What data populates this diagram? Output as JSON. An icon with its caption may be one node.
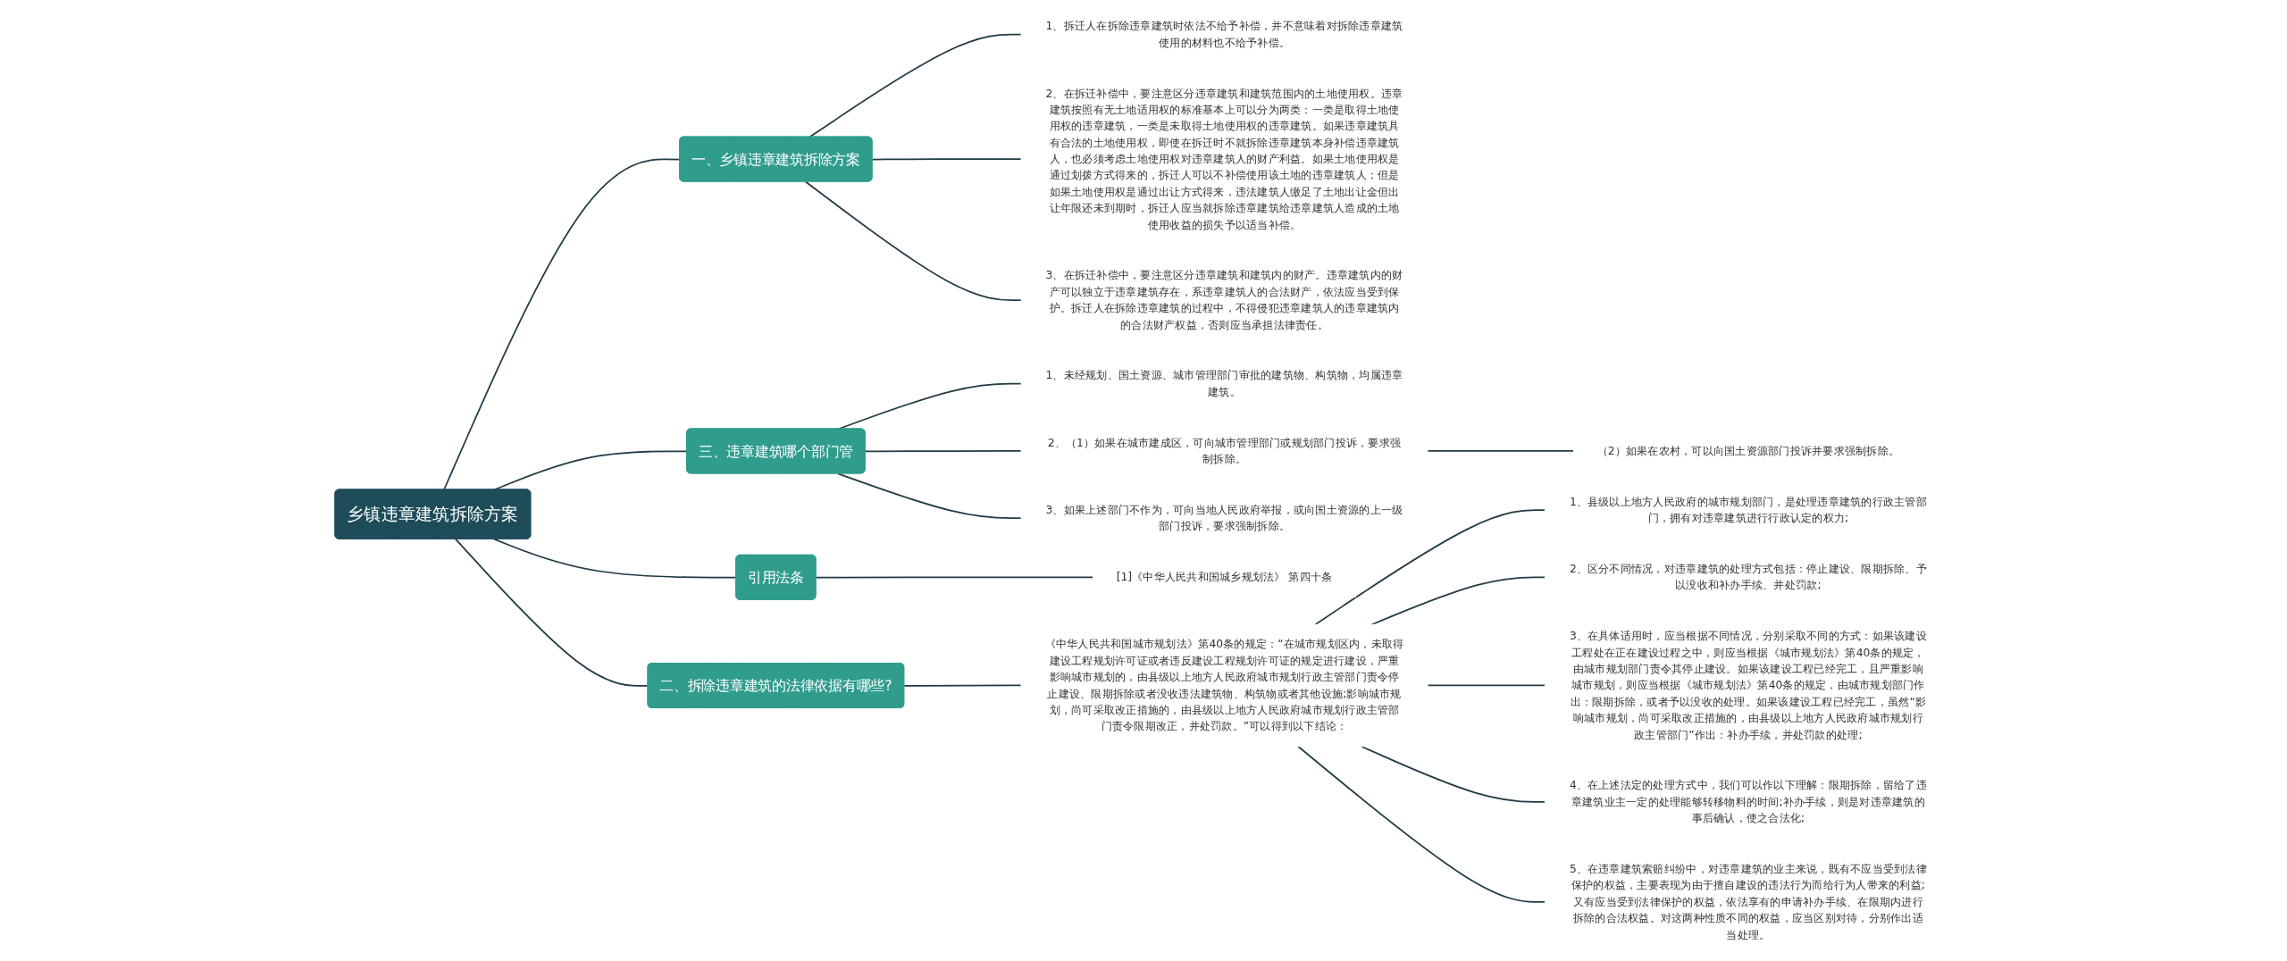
{
  "diagram": {
    "nodes": [
      {
        "text": [
          "乡镇违章建筑拆除方案"
        ]
      },
      {
        "text": [
          "一、乡镇违章建筑拆除方案"
        ]
      },
      {
        "text": [
          "1、拆迁人在拆除违章建筑时依法不给予补偿，并不意味着对拆除违章建筑使用的材料也不给予补偿。"
        ]
      },
      {
        "text": [
          "2、在拆迁补偿中，要注意区分违章建筑和建筑范围内的土地使用权。违章建筑按照有无土地适用权的标准基本上可以分为两类：一类是取得土地使用权的违章建筑，一类是未取得土地使用权的违章建筑。如果违章建筑具有合法的土地使用权，即使在拆迁时不就拆除违章建筑本身补偿违章建筑人，也必须考虑土地使用权对违章建筑人的财产利益。如果土地使用权是通过划拨方式得来的，拆迁人可以不补偿使用该土地的违章建筑人；但是如果土地使用权是通过出让方式得来，违法建筑人缴足了土地出让金但出让年限还未到期时，拆迁人应当就拆除违章建筑给违章建筑人造成的土地使用收益的损失予以适当补偿。"
        ]
      },
      {
        "text": [
          "3、在拆迁补偿中，要注意区分违章建筑和建筑内的财产。违章建筑内的财产可以独立于违章建筑存在，系违章建筑人的合法财产，依法应当受到保护。拆迁人在拆除违章建筑的过程中，不得侵犯违章建筑人的违章建筑内的合法财产权益，否则应当承担法律责任。"
        ]
      },
      {
        "text": [
          "三、违章建筑哪个部门管"
        ]
      },
      {
        "text": [
          "1、未经规划、国土资源、城市管理部门审批的建筑物、构筑物，均属违章建筑。"
        ]
      },
      {
        "text": [
          "2、（1）如果在城市建成区，可向城市管理部门或规划部门投诉，要求强制拆除。"
        ]
      },
      {
        "text": [
          "（2）如果在农村，可以向国土资源部门投诉并要求强制拆除。"
        ]
      },
      {
        "text": [
          "3、如果上述部门不作为，可向当地人民政府举报，或向国土资源的上一级部门投诉，要求强制拆除。"
        ]
      },
      {
        "text": [
          "二、拆除违章建筑的法律依据有哪些?"
        ]
      },
      {
        "text": [
          "《中华人民共和国城市规划法》第40条的规定：“在城市规划区内，未取得建设工程规划许可证或者违反建设工程规划许可证的规定进行建设，严重影响城市规划的，由县级以上地方人民政府城市规划行政主管部门责令停止建设、限期拆除或者没收违法建筑物、构筑物或者其他设施;影响城市规划，尚可采取改正措施的，由县级以上地方人民政府城市规划行政主管部门责令限期改正，并处罚款。”可以得到以下结论："
        ]
      },
      {
        "text": [
          "1、县级以上地方人民政府的城市规划部门，是处理违章建筑的行政主管部门，拥有对违章建筑进行行政认定的权力;"
        ]
      },
      {
        "text": [
          "2、区分不同情况，对违章建筑的处理方式包括：停止建设、限期拆除、予以没收和补办手续、并处罚款;"
        ]
      },
      {
        "text": [
          "3、在具体适用时，应当根据不同情况，分别采取不同的方式：如果该建设工程处在正在建设过程之中，则应当根据《城市规划法》第40条的规定，由城市规划部门责令其停止建设。如果该建设工程已经完工，且严重影响城市规划，则应当根据《城市规划法》第40条的规定，由城市规划部门作出：限期拆除，或者予以没收的处理。如果该建设工程已经完工，虽然“影响城市规划，尚可采取改正措施的，由县级以上地方人民政府城市规划行政主管部门”作出：补办手续，并处罚款的处理;"
        ]
      },
      {
        "text": [
          "4、在上述法定的处理方式中，我们可以作以下理解：限期拆除，留给了违章建筑业主一定的处理能够转移物料的时间;补办手续，则是对违章建筑的事后确认，使之合法化;"
        ]
      },
      {
        "text": [
          "5、在违章建筑索赔纠纷中，对违章建筑的业主来说，既有不应当受到法律保护的权益，主要表现为由于擅自建设的违法行为而给行为人带来的利益;又有应当受到法律保护的权益，依法享有的申请补办手续、在限期内进行拆除的合法权益。对这两种性质不同的权益，应当区别对待，分别作出适当处理。"
        ]
      },
      {
        "text": [
          "引用法条"
        ]
      },
      {
        "text": [
          "[1]《中华人民共和国城乡规划法》 第四十条"
        ]
      }
    ],
    "edges": [
      {
        "from": 0,
        "to": 1,
        "arrow": "none"
      },
      {
        "from": 1,
        "to": 2,
        "arrow": "none"
      },
      {
        "from": 1,
        "to": 3,
        "arrow": "none"
      },
      {
        "from": 1,
        "to": 4,
        "arrow": "none"
      },
      {
        "from": 0,
        "to": 5,
        "arrow": "none"
      },
      {
        "from": 5,
        "to": 6,
        "arrow": "none"
      },
      {
        "from": 5,
        "to": 7,
        "arrow": "none"
      },
      {
        "from": 7,
        "to": 8,
        "arrow": "none"
      },
      {
        "from": 5,
        "to": 9,
        "arrow": "none"
      },
      {
        "from": 0,
        "to": 10,
        "arrow": "none"
      },
      {
        "from": 10,
        "to": 11,
        "arrow": "none"
      },
      {
        "from": 11,
        "to": 12,
        "arrow": "none"
      },
      {
        "from": 11,
        "to": 13,
        "arrow": "none"
      },
      {
        "from": 11,
        "to": 14,
        "arrow": "none"
      },
      {
        "from": 11,
        "to": 15,
        "arrow": "none"
      },
      {
        "from": 11,
        "to": 16,
        "arrow": "none"
      },
      {
        "from": 0,
        "to": 17,
        "arrow": "none"
      },
      {
        "from": 17,
        "to": 18,
        "arrow": "none"
      }
    ]
  }
}
